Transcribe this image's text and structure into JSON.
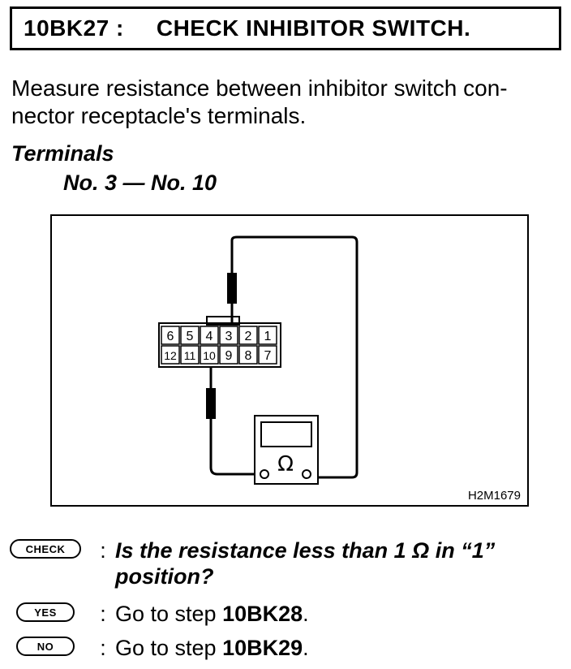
{
  "title": {
    "code": "10BK27 :",
    "text": "CHECK INHIBITOR SWITCH."
  },
  "intro": "Measure resistance between inhibitor switch con-nector receptacle's terminals.",
  "intro_line1": "Measure resistance between inhibitor switch con-",
  "intro_line2": "nector receptacle's terminals.",
  "terminals": {
    "heading": "Terminals",
    "value": "No. 3 — No. 10"
  },
  "figure": {
    "connector_top_row": [
      "6",
      "5",
      "4",
      "3",
      "2",
      "1"
    ],
    "connector_bottom_row": [
      "12",
      "11",
      "10",
      "9",
      "8",
      "7"
    ],
    "meter_symbol": "Ω",
    "figure_id": "H2M1679"
  },
  "check": {
    "badge": "CHECK",
    "colon": ":",
    "question_line1": "Is the resistance less than 1 Ω in “1”",
    "question_line2": "position?"
  },
  "yes": {
    "badge": "YES",
    "colon": ":",
    "prefix": "Go to step ",
    "step": "10BK28",
    "suffix": "."
  },
  "no": {
    "badge": "NO",
    "colon": ":",
    "prefix": "Go to step ",
    "step": "10BK29",
    "suffix": "."
  }
}
